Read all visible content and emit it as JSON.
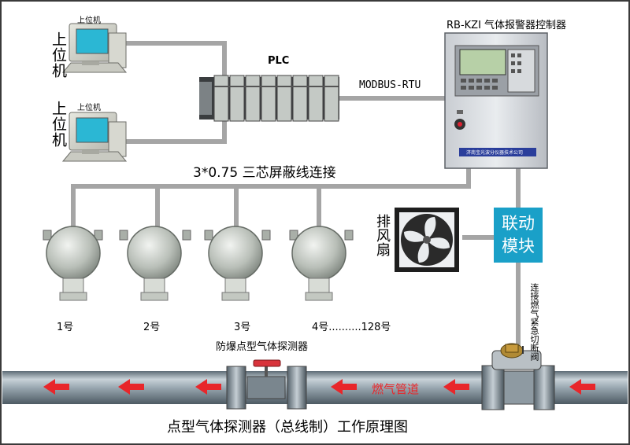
{
  "computers": [
    {
      "caption": "上位机",
      "label": "上位机"
    },
    {
      "caption": "上位机",
      "label": "上位机"
    }
  ],
  "plc_label": "PLC",
  "modbus_label": "MODBUS-RTU",
  "controller": {
    "title": "RB-KZI 气体报警器控制器",
    "brand_strip": "济南宝光波分仪器技术公司"
  },
  "cable_label": "3*0.75 三芯屏蔽线连接",
  "fan_label": "排风扇",
  "linkage_module": "联动模块",
  "valve_label": "连接燃气紧急切断阀",
  "detectors": {
    "numbers": [
      "1号",
      "2号",
      "3号",
      "4号..........128号"
    ],
    "caption": "防爆点型气体探测器"
  },
  "pipe_label": "燃气管道",
  "diagram_title": "点型气体探测器（总线制）工作原理图",
  "colors": {
    "wire": "#a5a5a5",
    "pipe": "#8a9aa4",
    "arrow": "#e8262a",
    "linkage": "#1aa0c8",
    "frame": "#3a3a3a"
  }
}
